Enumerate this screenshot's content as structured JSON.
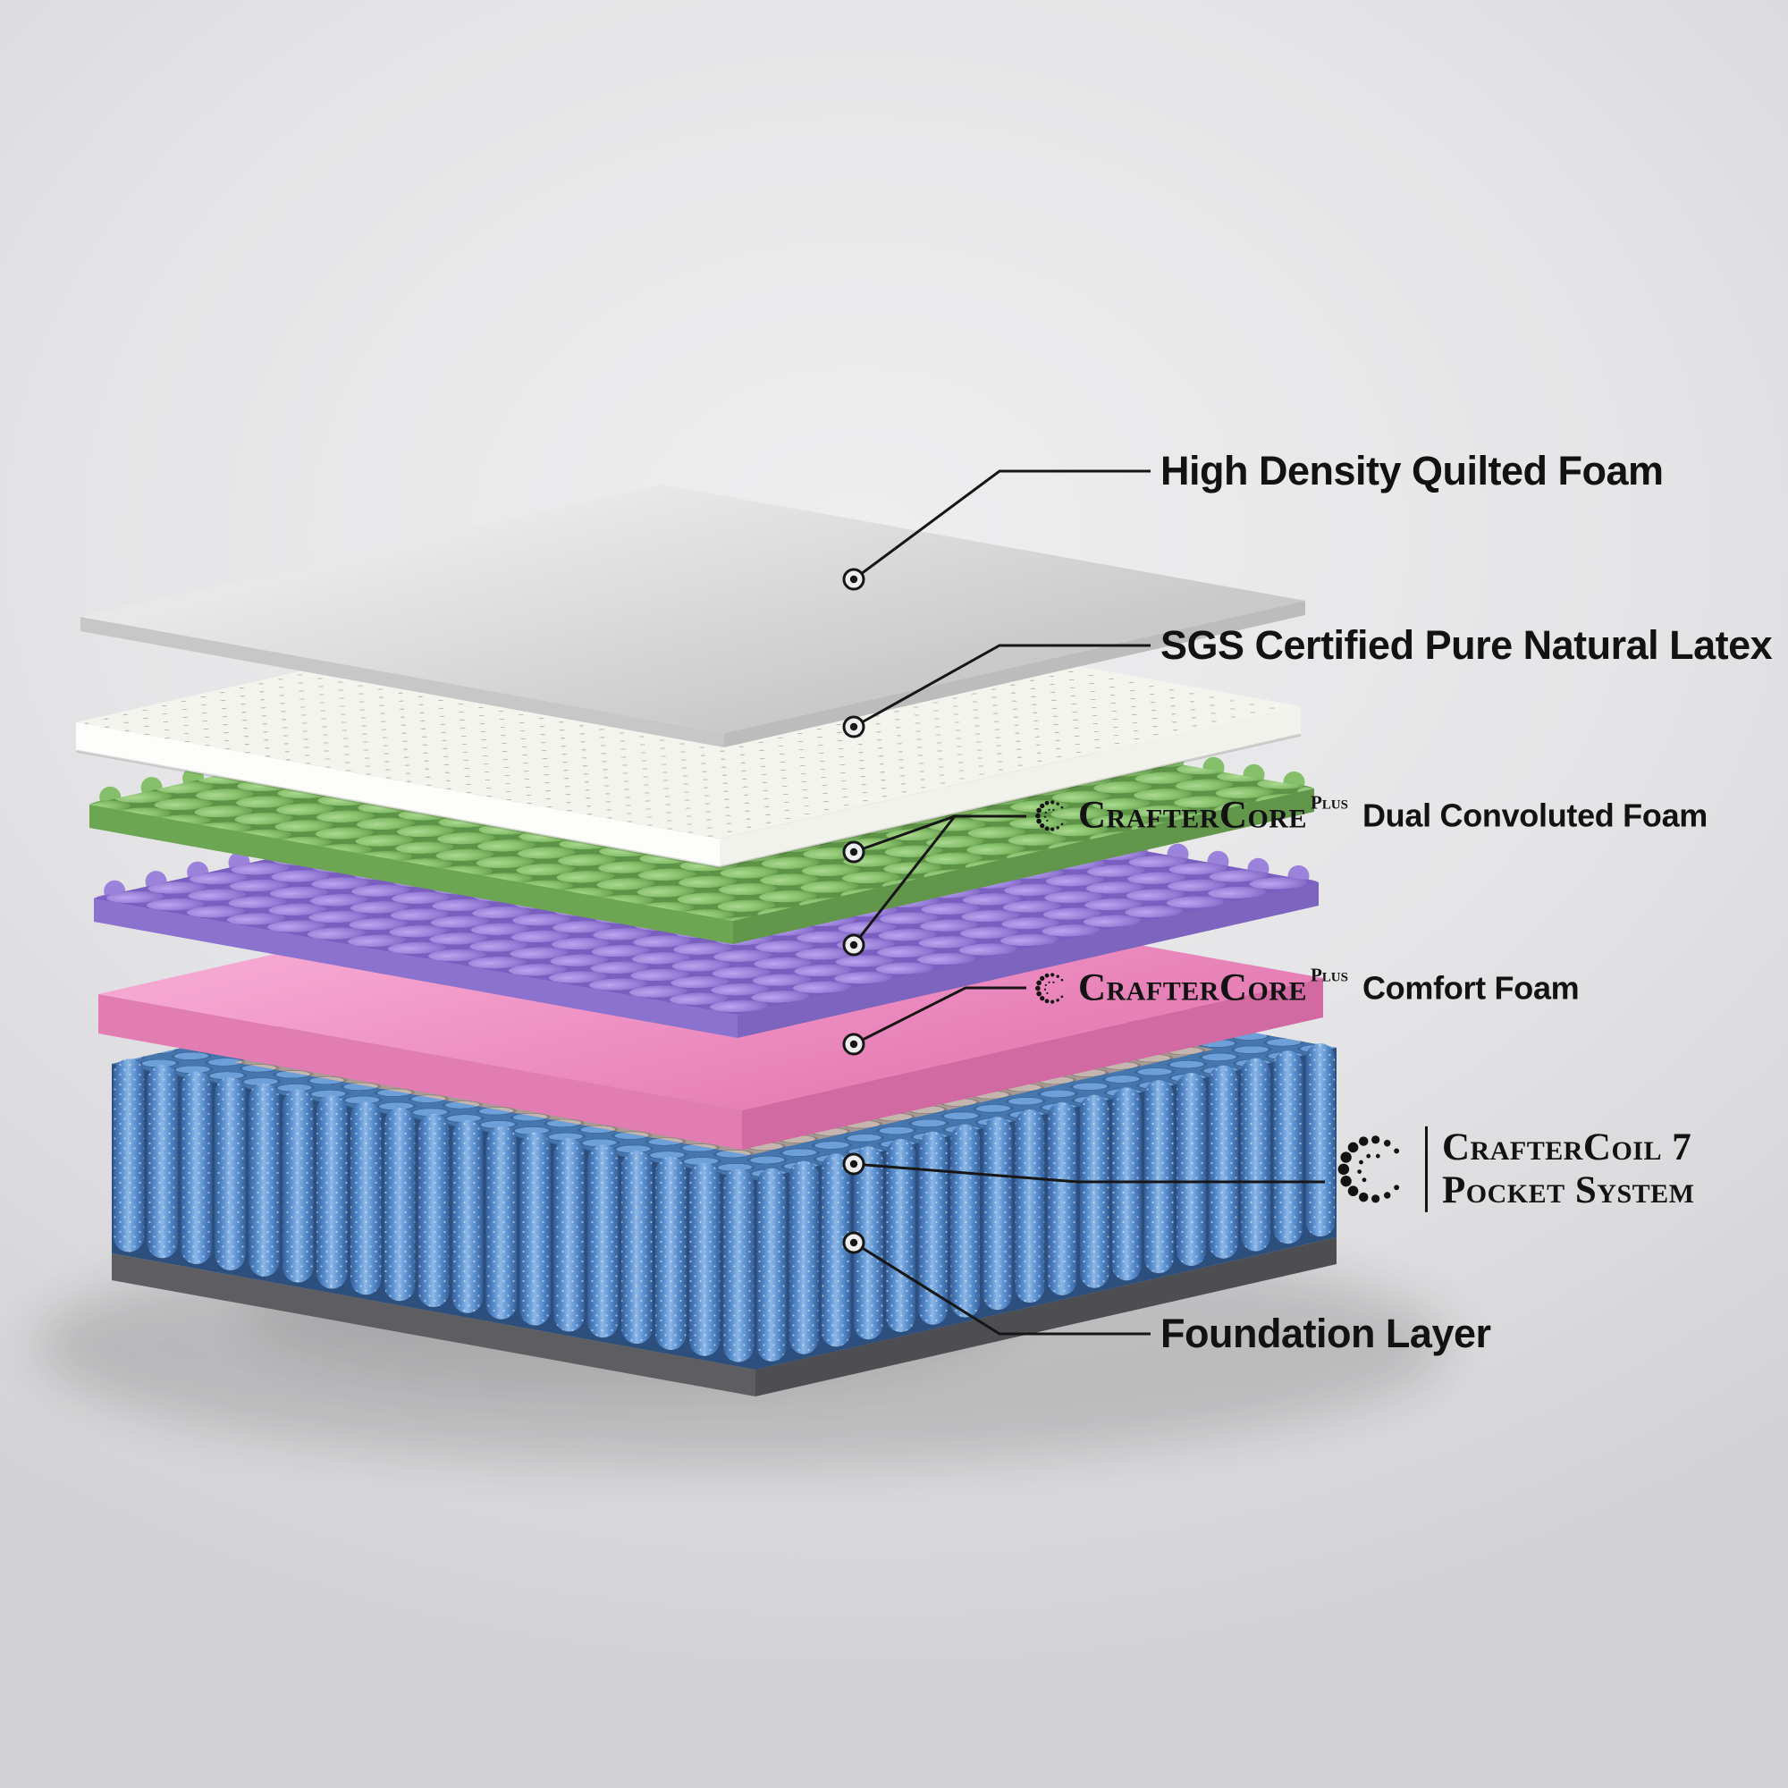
{
  "labels": {
    "quilted": "High Density Quilted Foam",
    "latex": "SGS Certified Pure Natural Latex",
    "dual": {
      "brand": "CrafterCore",
      "sup": "Plus",
      "text": "Dual Convoluted Foam"
    },
    "comfort": {
      "brand": "CrafterCore",
      "sup": "Plus",
      "text": "Comfort Foam"
    },
    "coil": {
      "line1": "CrafterCoil 7",
      "line2": "Pocket System"
    },
    "foundation": "Foundation Layer"
  },
  "line_color": "#161616",
  "text_color": "#121212",
  "dot_fill": "#edeef0",
  "layers": [
    {
      "name": "high-density-quilted-foam",
      "top_back": "#e8e8e8",
      "top": "#d9d9d9",
      "top_front": "#c9c9c9",
      "side_left": "#c7c7c7",
      "side_right": "#bcbcbc"
    },
    {
      "name": "sgs-natural-latex",
      "top": "#f4f4ef",
      "dot": "#bdbdb4",
      "side_left": "#fdfdfb",
      "side_right": "#f2f2ec"
    },
    {
      "name": "convoluted-foam-green",
      "top": "#86bf6a",
      "light": "#abd991",
      "dark": "#5c9346",
      "side_left": "#6da653",
      "side_right": "#61964b"
    },
    {
      "name": "convoluted-foam-purple",
      "top": "#9b82da",
      "light": "#bba6ef",
      "dark": "#7a5fc0",
      "side_left": "#8b72ce",
      "side_right": "#7d64bf"
    },
    {
      "name": "comfort-foam-pink",
      "top_back": "#f5a6d1",
      "top": "#ef90c4",
      "top_front": "#e680b6",
      "side_left": "#e27db3",
      "side_right": "#d169a3"
    },
    {
      "name": "pocket-coil-system",
      "coil": "#5b90cf",
      "coil_light": "#8db7e6",
      "coil_dark": "#34609a",
      "face_bg": "#2c4f7d",
      "top_bg": "#a89a94",
      "top_circle": "#c4b6af",
      "top_circle_rim": "#8f817b",
      "band_bg": "#4676ae",
      "band_circle": "#6d9fd9",
      "band_circle_rim": "#3c6799"
    },
    {
      "name": "foundation-layer",
      "side_left": "#5d5d62",
      "side_right": "#4d4d52"
    }
  ]
}
